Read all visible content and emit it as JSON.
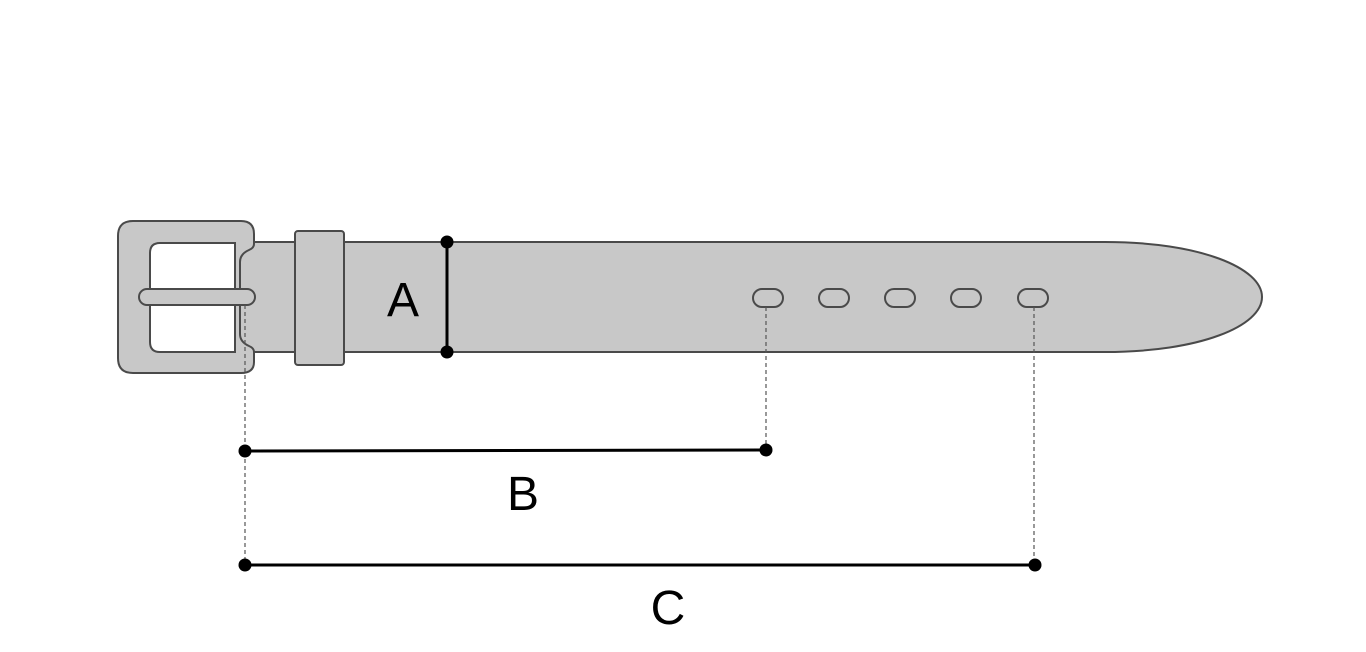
{
  "diagram": {
    "labels": {
      "a": "A",
      "b": "B",
      "c": "C"
    }
  },
  "colors": {
    "leather": "#c8c8c8",
    "outline": "#4a4a4a",
    "dimension": "#000000",
    "guide": "#555555"
  }
}
